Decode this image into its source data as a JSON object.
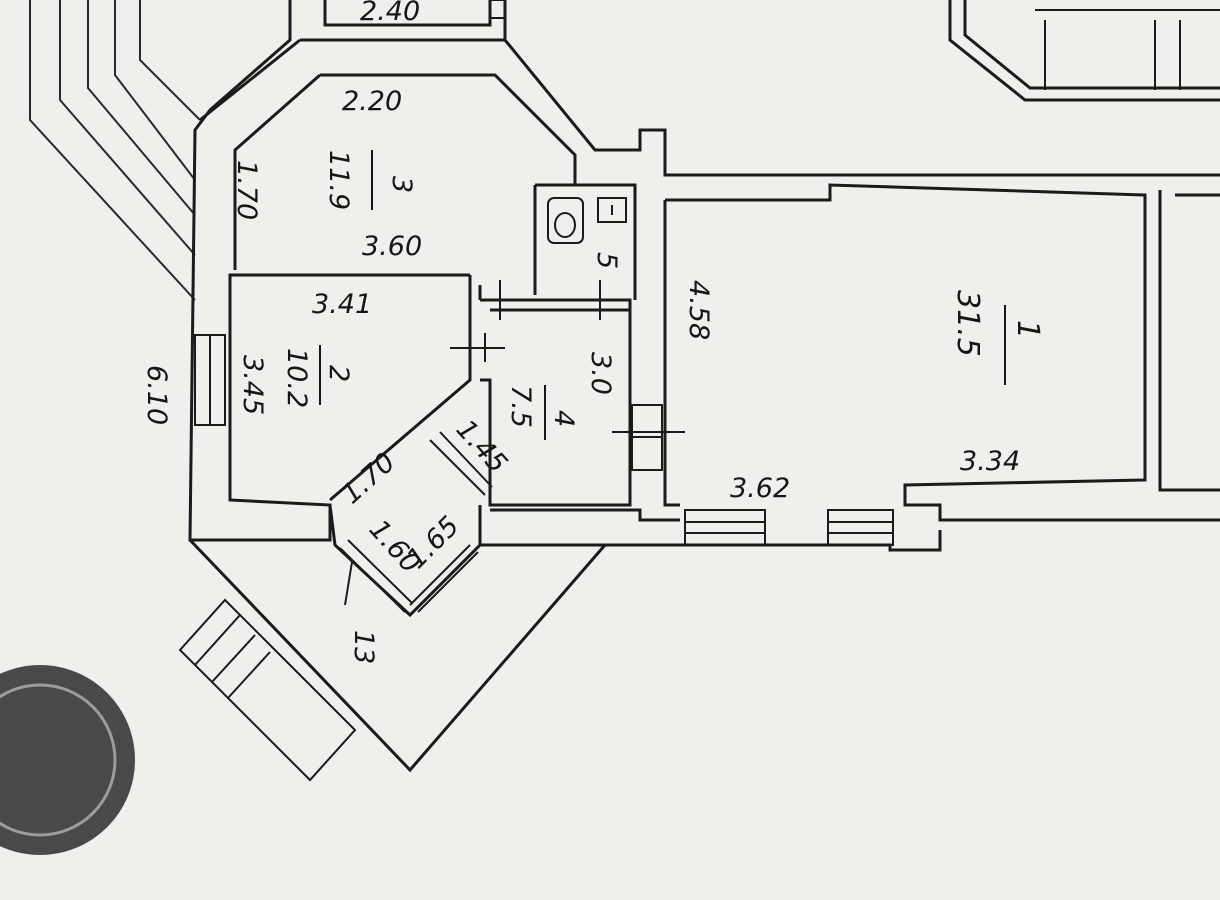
{
  "plan": {
    "rooms": [
      {
        "number": "1",
        "area": "31.5",
        "width": "3.34",
        "length": "4.58",
        "bottom_width": "3.62"
      },
      {
        "number": "2",
        "area": "10.2",
        "width": "3.41",
        "length": "3.45"
      },
      {
        "number": "3",
        "area": "11.9",
        "top_width": "2.20",
        "bottom_width": "3.60",
        "side": "1.70"
      },
      {
        "number": "4",
        "area": "7.5",
        "length": "3.0",
        "diag_a": "1.70",
        "diag_b": "1.45"
      },
      {
        "number": "5"
      }
    ],
    "balcony": {
      "number": "13",
      "side_a": "1.60",
      "side_b": "1.65"
    },
    "overall_height": "6.10",
    "top_fragment": "2.40"
  },
  "colors": {
    "paper": "#efefec",
    "ink": "#1b1b1b"
  }
}
